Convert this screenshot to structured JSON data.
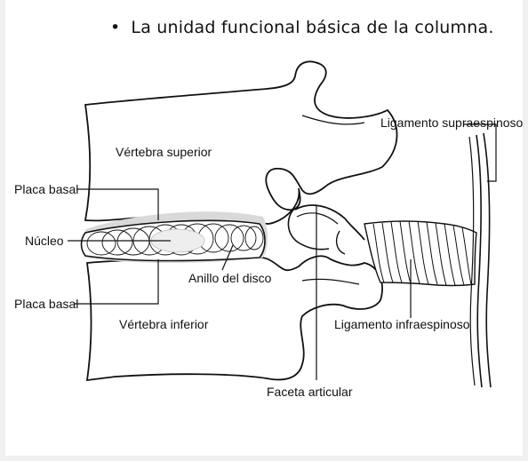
{
  "heading": {
    "bullet": "•",
    "text": "La unidad funcional básica de la columna."
  },
  "labels": {
    "vertebra_superior": "Vértebra superior",
    "vertebra_inferior": "Vértebra inferior",
    "placa_basal_top": "Placa basal",
    "placa_basal_bottom": "Placa basal",
    "nucleo": "Núcleo",
    "anillo": "Anillo del disco",
    "faceta": "Faceta articular",
    "lig_supra": "Ligamento supraespinoso",
    "lig_infra": "Ligamento infraespinoso"
  },
  "colors": {
    "ink": "#111111",
    "disc_shadow": "#d9d9d9",
    "nucleus": "#eeeeee",
    "frame": "#f0f0f0"
  }
}
